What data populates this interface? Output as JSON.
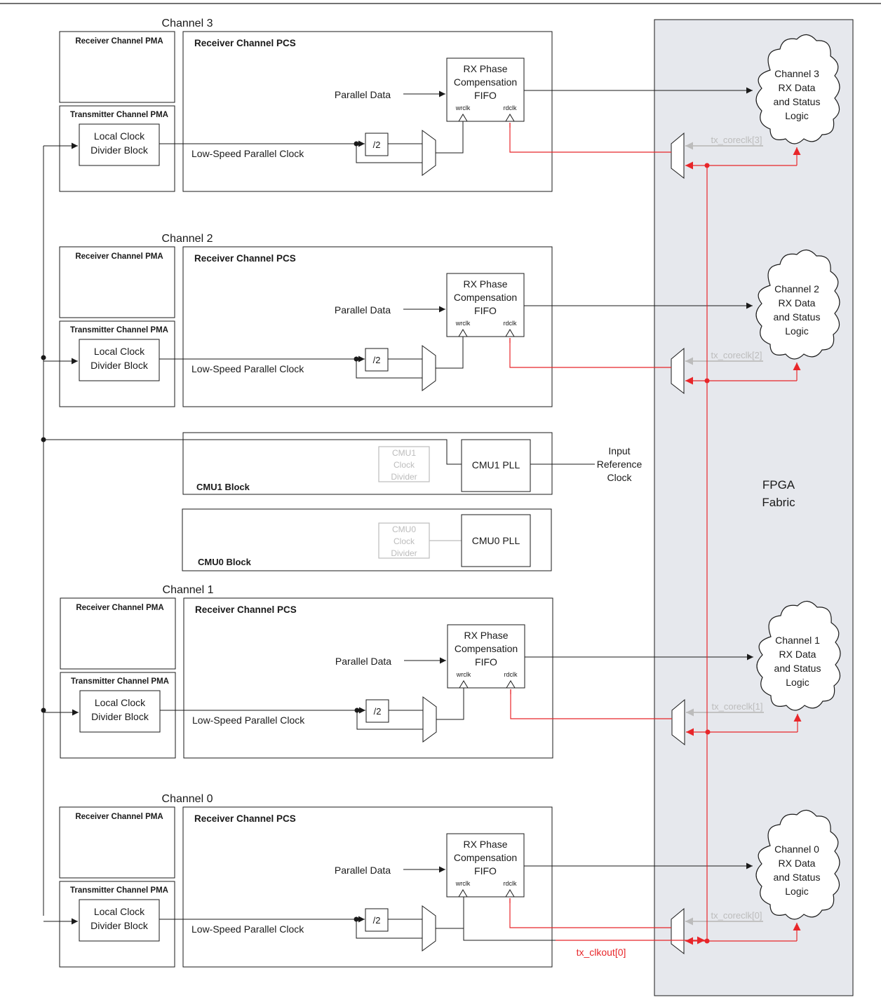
{
  "fabric": {
    "label_line1": "FPGA",
    "label_line2": "Fabric"
  },
  "channels": [
    {
      "title": "Channel 3",
      "rx_pma": "Receiver Channel PMA",
      "tx_pma": "Transmitter Channel  PMA",
      "pcs": "Receiver Channel PCS",
      "divider": [
        "Local Clock",
        "Divider Block"
      ],
      "lowspeed": "Low-Speed Parallel Clock",
      "div2": "/2",
      "parallel_data": "Parallel Data",
      "fifo": [
        "RX Phase",
        "Compensation",
        "FIFO"
      ],
      "wrclk": "wrclk",
      "rdclk": "rdclk",
      "coreclk": "tx_coreclk[3]",
      "logic": [
        "Channel 3",
        "RX Data",
        "and Status",
        "Logic"
      ]
    },
    {
      "title": "Channel 2",
      "rx_pma": "Receiver Channel PMA",
      "tx_pma": "Transmitter Channel  PMA",
      "pcs": "Receiver Channel PCS",
      "divider": [
        "Local Clock",
        "Divider Block"
      ],
      "lowspeed": "Low-Speed Parallel Clock",
      "div2": "/2",
      "parallel_data": "Parallel Data",
      "fifo": [
        "RX Phase",
        "Compensation",
        "FIFO"
      ],
      "wrclk": "wrclk",
      "rdclk": "rdclk",
      "coreclk": "tx_coreclk[2]",
      "logic": [
        "Channel 2",
        "RX Data",
        "and Status",
        "Logic"
      ]
    },
    {
      "title": "Channel 1",
      "rx_pma": "Receiver Channel PMA",
      "tx_pma": "Transmitter Channel  PMA",
      "pcs": "Receiver Channel PCS",
      "divider": [
        "Local Clock",
        "Divider Block"
      ],
      "lowspeed": "Low-Speed Parallel Clock",
      "div2": "/2",
      "parallel_data": "Parallel Data",
      "fifo": [
        "RX Phase",
        "Compensation",
        "FIFO"
      ],
      "wrclk": "wrclk",
      "rdclk": "rdclk",
      "coreclk": "tx_coreclk[1]",
      "logic": [
        "Channel 1",
        "RX Data",
        "and Status",
        "Logic"
      ]
    },
    {
      "title": "Channel 0",
      "rx_pma": "Receiver Channel PMA",
      "tx_pma": "Transmitter Channel  PMA",
      "pcs": "Receiver Channel PCS",
      "divider": [
        "Local Clock",
        "Divider Block"
      ],
      "lowspeed": "Low-Speed Parallel Clock",
      "div2": "/2",
      "parallel_data": "Parallel Data",
      "fifo": [
        "RX Phase",
        "Compensation",
        "FIFO"
      ],
      "wrclk": "wrclk",
      "rdclk": "rdclk",
      "coreclk": "tx_coreclk[0]",
      "logic": [
        "Channel 0",
        "RX Data",
        "and Status",
        "Logic"
      ]
    }
  ],
  "cmu1": {
    "block": "CMU1 Block",
    "pll": "CMU1 PLL",
    "divider": [
      "CMU1",
      "Clock",
      "Divider"
    ],
    "ref_clock": [
      "Input",
      "Reference",
      "Clock"
    ]
  },
  "cmu0": {
    "block": "CMU0 Block",
    "pll": "CMU0 PLL",
    "divider": [
      "CMU0",
      "Clock",
      "Divider"
    ]
  },
  "tx_clkout": "tx_clkout[0]",
  "colors": {
    "red": "#e8262a",
    "gray": "#bcbcbc",
    "fabric": "#e6e8ed",
    "line": "#1a1a1a"
  }
}
